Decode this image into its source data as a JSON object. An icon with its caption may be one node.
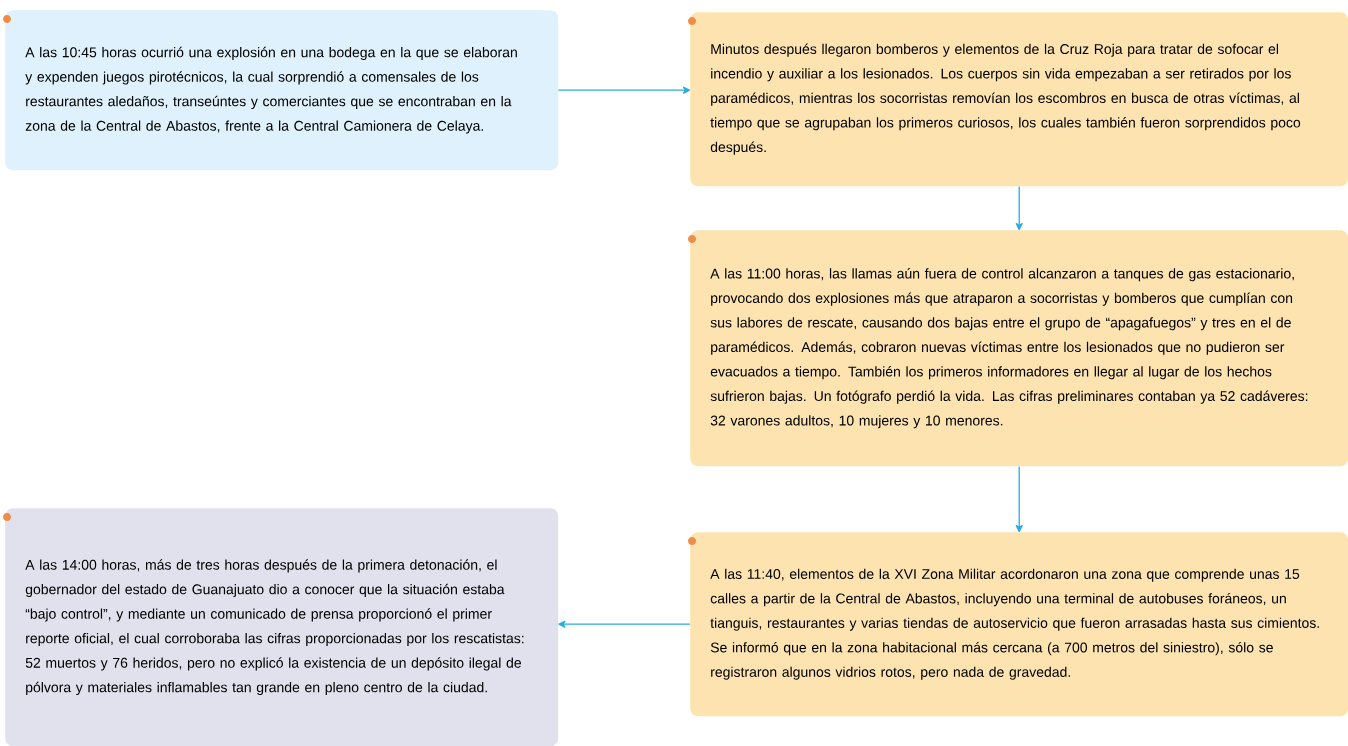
{
  "diagram": {
    "nodes": [
      {
        "text": [
          "A las 10:45 horas ocurrió una explosión en una bodega en la que se elaboran y expenden juegos pirotécnicos, la cual sorprendió a comensales de los restaurantes aledaños, transeúntes y comerciantes que se encontraban en la zona de la Central de Abastos, frente a la Central Camionera de Celaya."
        ]
      },
      {
        "text": [
          "Minutos después llegaron bomberos y elementos de la Cruz Roja para tratar de sofocar el incendio y auxiliar a los lesionados. Los cuerpos sin vida empezaban a ser retirados por los paramédicos, mientras los socorristas removían los escombros en busca de otras víctimas, al tiempo que se agrupaban los primeros curiosos, los cuales también fueron sorprendidos poco después."
        ]
      },
      {
        "text": [
          "A las 11:00 horas, las llamas aún fuera de control alcanzaron a tanques de gas estacionario, provocando dos explosiones más que atraparon a socorristas y bomberos que cumplían con sus labores de rescate, causando dos bajas entre el grupo de “apagafuegos” y tres en el de paramédicos. Además, cobraron nuevas víctimas entre los lesionados que no pudieron ser evacuados a tiempo. También los primeros informadores en llegar al lugar de los hechos sufrieron bajas. Un fotógrafo perdió la vida. Las cifras preliminares contaban ya 52 cadáveres: 32 varones adultos, 10 mujeres y 10 menores."
        ]
      },
      {
        "text": [
          "A las 11:40, elementos de la XVI Zona Militar acordonaron una zona que comprende unas 15 calles a partir de la Central de Abastos, incluyendo una terminal de autobuses foráneos, un tianguis, restaurantes y varias tiendas de autoservicio que fueron arrasadas hasta sus cimientos. Se informó que en la zona habitacional más cercana (a 700 metros del siniestro), sólo se registraron algunos vidrios rotos, pero nada de gravedad."
        ]
      },
      {
        "text": [
          "A las 14:00 horas, más de tres horas después de la primera detonación, el gobernador del estado de Guanajuato dio a conocer que la situación estaba “bajo control”, y mediante un comunicado de prensa proporcionó el primer reporte oficial, el cual corroboraba las cifras proporcionadas por los rescatistas: 52 muertos y 76 heridos, pero no explicó la existencia de un depósito ilegal de pólvora y materiales inflamables tan grande en pleno centro de la ciudad."
        ]
      }
    ],
    "edges": [
      {
        "from": 0,
        "to": 1,
        "arrow": "to"
      },
      {
        "from": 1,
        "to": 2,
        "arrow": "to"
      },
      {
        "from": 2,
        "to": 3,
        "arrow": "to"
      },
      {
        "from": 3,
        "to": 4,
        "arrow": "to"
      }
    ]
  }
}
